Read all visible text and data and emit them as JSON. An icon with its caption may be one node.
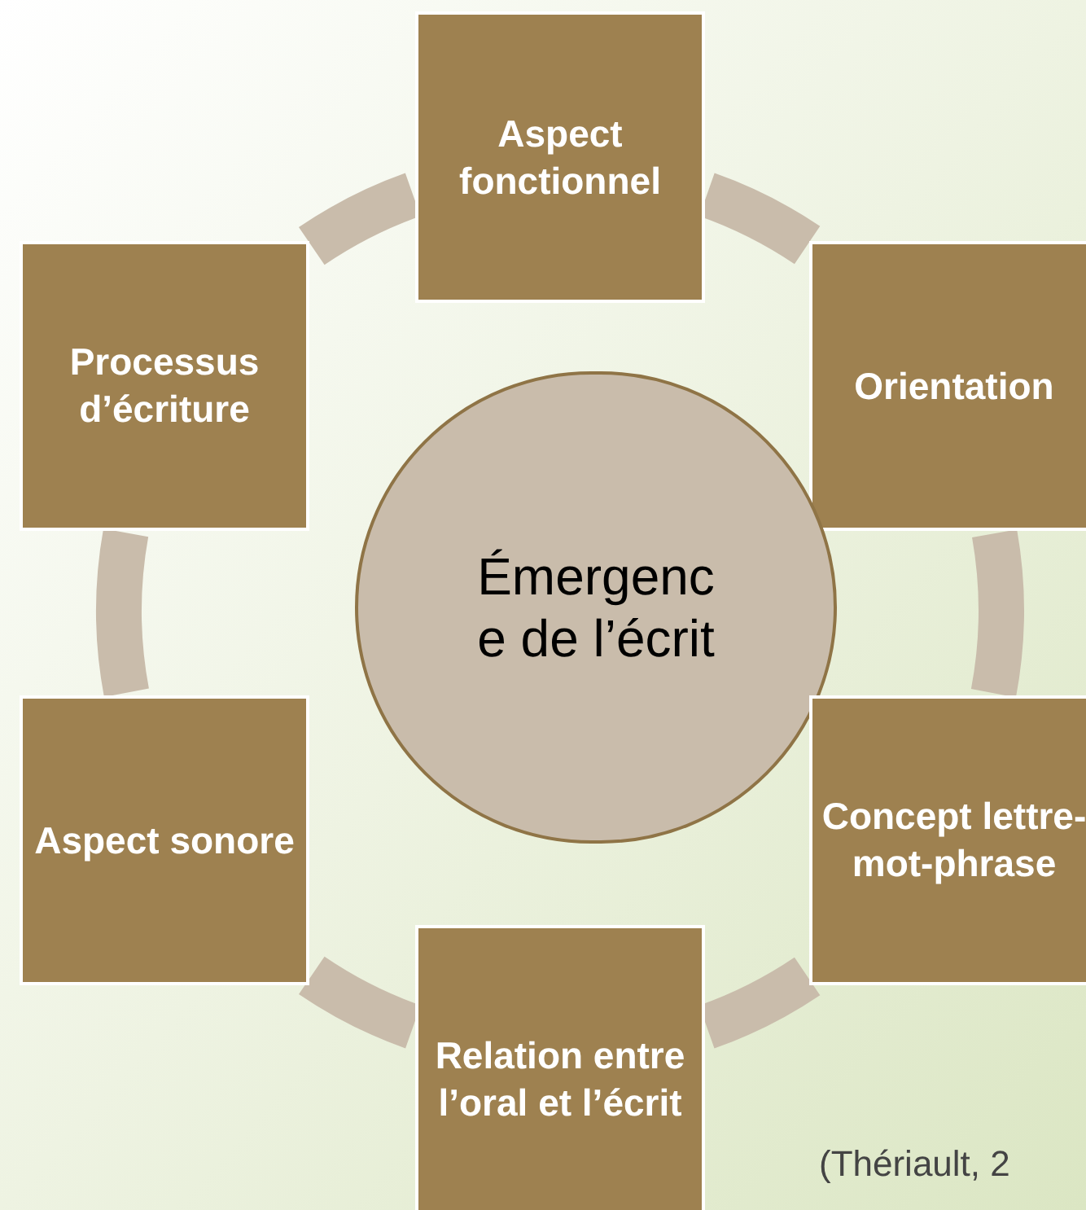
{
  "diagram": {
    "nodes": [
      {
        "text": [
          "Aspect fonctionnel"
        ]
      },
      {
        "text": [
          "Processus d’écriture"
        ]
      },
      {
        "text": [
          "Orientation"
        ]
      },
      {
        "text": [
          "Émergenc e de l’écrit"
        ]
      },
      {
        "text": [
          "Aspect sonore"
        ]
      },
      {
        "text": [
          "Concept lettre-mot-phrase"
        ]
      },
      {
        "text": [
          "Relation entre l’oral et l’écrit"
        ]
      }
    ],
    "edges": [
      {
        "from": 0,
        "to": 2,
        "arrow": "none"
      },
      {
        "from": 2,
        "to": 5,
        "arrow": "none"
      },
      {
        "from": 5,
        "to": 6,
        "arrow": "none"
      },
      {
        "from": 6,
        "to": 4,
        "arrow": "none"
      },
      {
        "from": 4,
        "to": 1,
        "arrow": "none"
      },
      {
        "from": 1,
        "to": 0,
        "arrow": "none"
      }
    ],
    "labels": [
      "(Thériault, 2"
    ]
  }
}
